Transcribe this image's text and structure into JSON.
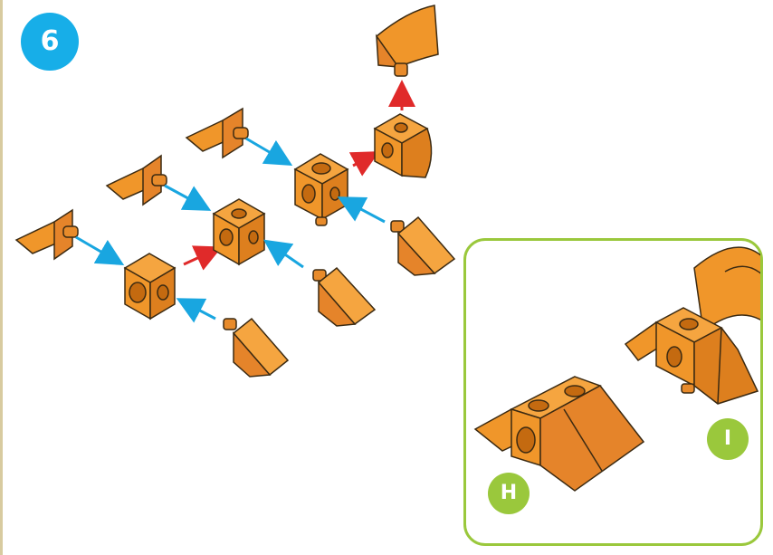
{
  "step": {
    "number": "6"
  },
  "inset": {
    "label_h": "H",
    "label_i": "I"
  },
  "colors": {
    "piece_fill": "#f0962a",
    "piece_dark": "#c46a10",
    "outline": "#3b2a12",
    "assembly_arrow": "#19a6e0",
    "connect_arrow": "#e02a2a",
    "inset_border": "#9ac83c",
    "step_badge": "#17aee8"
  }
}
